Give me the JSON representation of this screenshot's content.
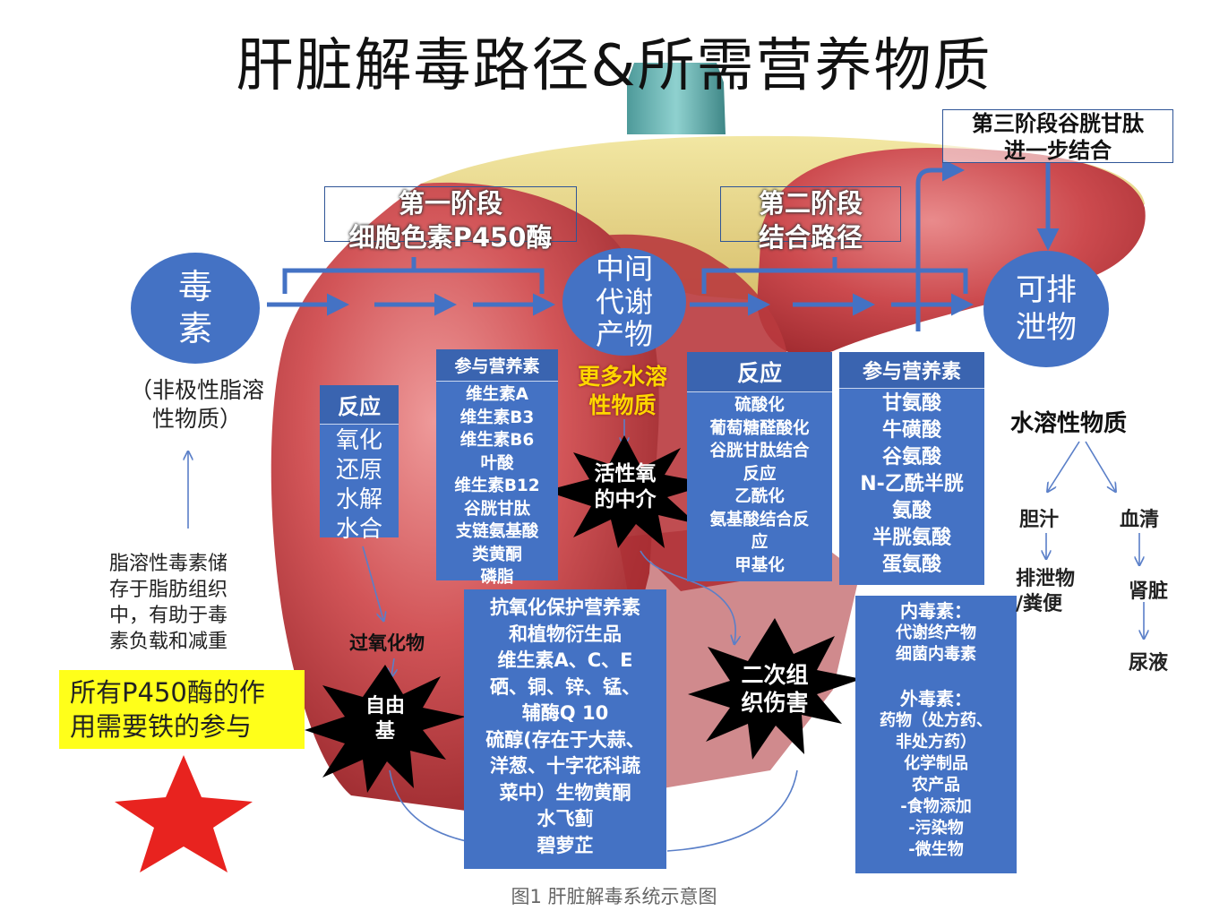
{
  "title": "肝脏解毒路径&所需营养物质",
  "caption": "图1 肝脏解毒系统示意图",
  "toxin_circle": "毒\n素",
  "toxin_note": "（非极性脂溶\n性物质）",
  "fat_storage_note": "脂溶性毒素储\n存于脂肪组织\n中，有助于毒\n素负载和减重",
  "iron_note": "所有P450酶的作\n用需要铁的参与",
  "phase1_label": "第一阶段\n细胞色素P450酶",
  "phase2_label": "第二阶段\n结合路径",
  "phase3_label": "第三阶段谷胱甘肽\n进一步结合",
  "intermediate_circle": "中间\n代谢\n产物",
  "excretable_circle": "可排\n泄物",
  "more_water_soluble": "更多水溶\n性物质",
  "phase1_reaction": {
    "header": "反应",
    "items": [
      "氧化",
      "还原",
      "水解",
      "水合"
    ]
  },
  "phase1_nutrients": {
    "header": "参与营养素",
    "items": [
      "维生素A",
      "维生素B3",
      "维生素B6",
      "叶酸",
      "维生素B12",
      "谷胱甘肽",
      "支链氨基酸",
      "类黄酮",
      "磷脂"
    ]
  },
  "phase2_reaction": {
    "header": "反应",
    "items": [
      "硫酸化",
      "葡萄糖醛酸化",
      "谷胱甘肽结合",
      "反应",
      "乙酰化",
      "氨基酸结合反",
      "应",
      "甲基化"
    ]
  },
  "phase2_nutrients": {
    "header": "参与营养素",
    "items": [
      "甘氨酸",
      "牛磺酸",
      "谷氨酸",
      "N-乙酰半胱",
      "氨酸",
      "半胱氨酸",
      "蛋氨酸"
    ]
  },
  "antioxidant_box": {
    "items": [
      "抗氧化保护营养素",
      "和植物衍生品",
      "维生素A、C、E",
      "硒、铜、锌、锰、",
      "辅酶Q 10",
      "硫醇(存在于大蒜、",
      "洋葱、十字花科蔬",
      "菜中）生物黄酮",
      "水飞蓟",
      "碧萝芷"
    ]
  },
  "toxin_sources_box": {
    "items": [
      "内毒素：",
      "代谢终产物",
      "细菌内毒素",
      "",
      "外毒素：",
      "药物（处方药、",
      "非处方药）",
      "化学制品",
      "农产品",
      "-食物添加",
      "-污染物",
      "-微生物"
    ]
  },
  "bursts": {
    "reactive_oxygen": "活性氧\n的中介",
    "free_radical": "自由\n基",
    "secondary_damage": "二次组\n织伤害"
  },
  "peroxide_label": "过氧化物",
  "water_soluble_title": "水溶性物质",
  "bile": "胆汁",
  "serum": "血清",
  "excreta": "排泄物\n/粪便",
  "kidney": "肾脏",
  "urine": "尿液",
  "colors": {
    "blue": "#4472c4",
    "liver_red": "#c1393d",
    "yellow_highlight": "#ffff1a",
    "star": "#e8231f"
  }
}
